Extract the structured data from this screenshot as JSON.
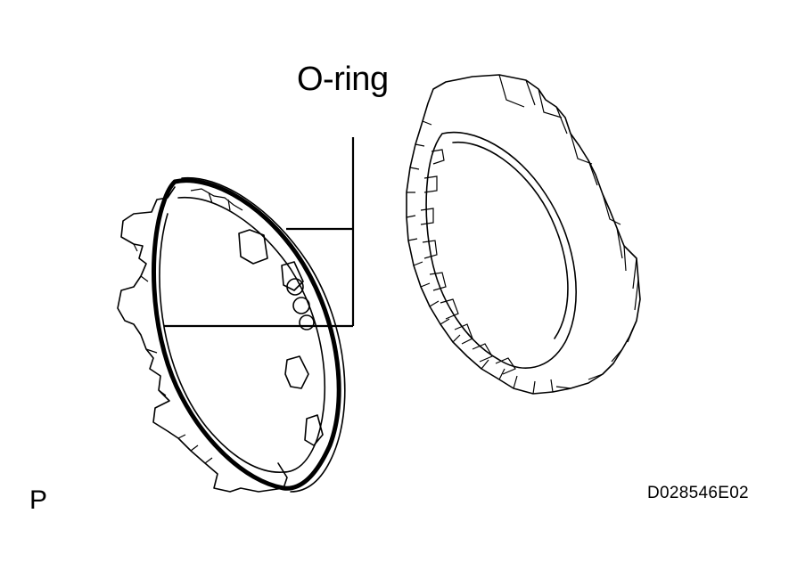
{
  "diagram": {
    "callout_label": "O-ring",
    "corner_marker": "P",
    "figure_id": "D028546E02"
  },
  "colors": {
    "line": "#000000",
    "background": "#ffffff"
  }
}
